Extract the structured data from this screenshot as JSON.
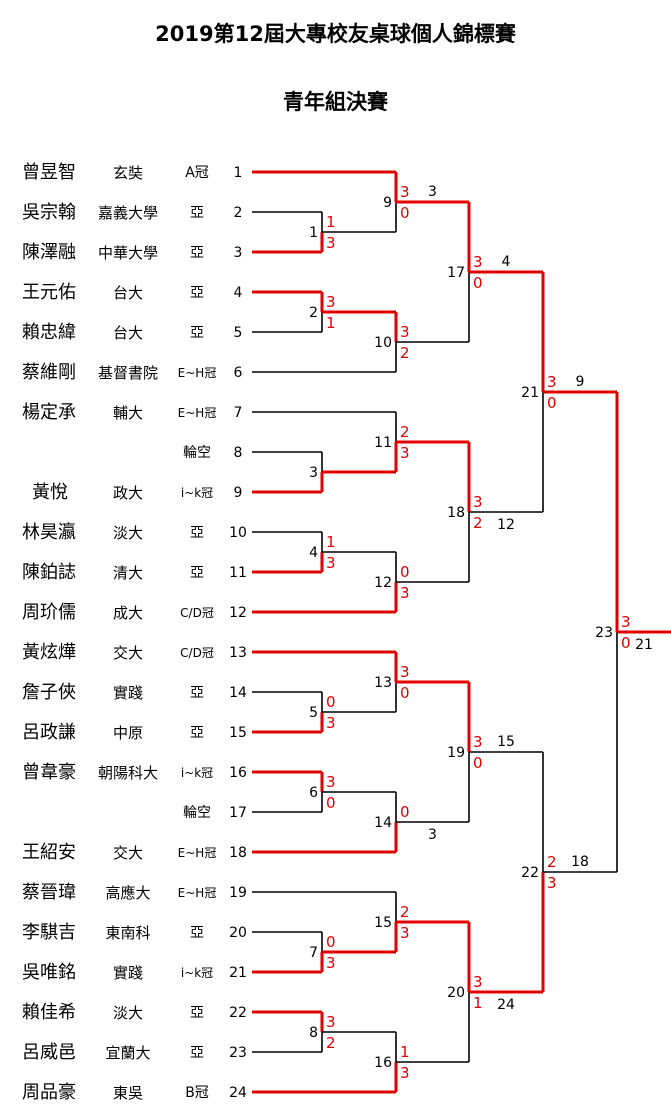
{
  "title": "2019第12屆大專校友桌球個人錦標賽",
  "subtitle": "青年組決賽",
  "colors": {
    "win": "#e00000",
    "line": "#000000"
  },
  "players": [
    {
      "seed": "1",
      "name": "曾昱智",
      "school": "玄奘",
      "note": "A冠"
    },
    {
      "seed": "2",
      "name": "吳宗翰",
      "school": "嘉義大學",
      "note": "亞"
    },
    {
      "seed": "3",
      "name": "陳澤融",
      "school": "中華大學",
      "note": "亞"
    },
    {
      "seed": "4",
      "name": "王元佑",
      "school": "台大",
      "note": "亞"
    },
    {
      "seed": "5",
      "name": "賴忠緯",
      "school": "台大",
      "note": "亞"
    },
    {
      "seed": "6",
      "name": "蔡維剛",
      "school": "基督書院",
      "note": "E~H冠"
    },
    {
      "seed": "7",
      "name": "楊定承",
      "school": "輔大",
      "note": "E~H冠"
    },
    {
      "seed": "8",
      "name": "",
      "school": "",
      "note": "輪空"
    },
    {
      "seed": "9",
      "name": "黃悅",
      "school": "政大",
      "note": "i~k冠"
    },
    {
      "seed": "10",
      "name": "林昊瀛",
      "school": "淡大",
      "note": "亞"
    },
    {
      "seed": "11",
      "name": "陳鉑誌",
      "school": "清大",
      "note": "亞"
    },
    {
      "seed": "12",
      "name": "周玠儒",
      "school": "成大",
      "note": "C/D冠"
    },
    {
      "seed": "13",
      "name": "黃炫燁",
      "school": "交大",
      "note": "C/D冠"
    },
    {
      "seed": "14",
      "name": "詹子俠",
      "school": "實踐",
      "note": "亞"
    },
    {
      "seed": "15",
      "name": "呂政謙",
      "school": "中原",
      "note": "亞"
    },
    {
      "seed": "16",
      "name": "曾韋豪",
      "school": "朝陽科大",
      "note": "i~k冠"
    },
    {
      "seed": "17",
      "name": "",
      "school": "",
      "note": "輪空"
    },
    {
      "seed": "18",
      "name": "王紹安",
      "school": "交大",
      "note": "E~H冠"
    },
    {
      "seed": "19",
      "name": "蔡晉瑋",
      "school": "高應大",
      "note": "E~H冠"
    },
    {
      "seed": "20",
      "name": "李騏吉",
      "school": "東南科",
      "note": "亞"
    },
    {
      "seed": "21",
      "name": "吳唯銘",
      "school": "實踐",
      "note": "i~k冠"
    },
    {
      "seed": "22",
      "name": "賴佳希",
      "school": "淡大",
      "note": "亞"
    },
    {
      "seed": "23",
      "name": "呂威邑",
      "school": "宜蘭大",
      "note": "亞"
    },
    {
      "seed": "24",
      "name": "周品豪",
      "school": "東吳",
      "note": "B冠"
    }
  ],
  "matches": [
    {
      "id": "1",
      "top": "2",
      "bottom": "3",
      "s1": "1",
      "s2": "3",
      "winner": "bottom"
    },
    {
      "id": "2",
      "top": "4",
      "bottom": "5",
      "s1": "3",
      "s2": "1",
      "winner": "top"
    },
    {
      "id": "3",
      "top": "8",
      "bottom": "9",
      "s1": "",
      "s2": "",
      "winner": "bottom"
    },
    {
      "id": "4",
      "top": "10",
      "bottom": "11",
      "s1": "1",
      "s2": "3",
      "winner": "bottom"
    },
    {
      "id": "5",
      "top": "14",
      "bottom": "15",
      "s1": "0",
      "s2": "3",
      "winner": "bottom"
    },
    {
      "id": "6",
      "top": "16",
      "bottom": "17",
      "s1": "3",
      "s2": "0",
      "winner": "top"
    },
    {
      "id": "7",
      "top": "20",
      "bottom": "21",
      "s1": "0",
      "s2": "3",
      "winner": "bottom"
    },
    {
      "id": "8",
      "top": "22",
      "bottom": "23",
      "s1": "3",
      "s2": "2",
      "winner": "top"
    },
    {
      "id": "9",
      "top": "1",
      "bottom": "M1",
      "s1": "3",
      "s2": "0",
      "winner": "top"
    },
    {
      "id": "10",
      "top": "M2",
      "bottom": "6",
      "s1": "3",
      "s2": "2",
      "winner": "top"
    },
    {
      "id": "11",
      "top": "7",
      "bottom": "M3",
      "s1": "2",
      "s2": "3",
      "winner": "bottom"
    },
    {
      "id": "12",
      "top": "M4",
      "bottom": "12",
      "s1": "0",
      "s2": "3",
      "winner": "bottom"
    },
    {
      "id": "13",
      "top": "13",
      "bottom": "M5",
      "s1": "3",
      "s2": "0",
      "winner": "top"
    },
    {
      "id": "14",
      "top": "M6",
      "bottom": "18",
      "s1": "0",
      "s2": "",
      "winner": "bottom"
    },
    {
      "id": "15",
      "top": "19",
      "bottom": "M7",
      "s1": "2",
      "s2": "3",
      "winner": "bottom"
    },
    {
      "id": "16",
      "top": "M8",
      "bottom": "24",
      "s1": "1",
      "s2": "3",
      "winner": "bottom"
    },
    {
      "id": "17",
      "top": "M9",
      "bottom": "M10",
      "s1": "3",
      "s2": "0",
      "winner": "top"
    },
    {
      "id": "18",
      "top": "M11",
      "bottom": "M12",
      "s1": "3",
      "s2": "2",
      "winner": "top"
    },
    {
      "id": "19",
      "top": "M13",
      "bottom": "M14",
      "s1": "3",
      "s2": "0",
      "winner": "top"
    },
    {
      "id": "20",
      "top": "M15",
      "bottom": "M16",
      "s1": "3",
      "s2": "1",
      "winner": "top"
    },
    {
      "id": "21",
      "top": "M17",
      "bottom": "M18",
      "s1": "3",
      "s2": "0",
      "winner": "top"
    },
    {
      "id": "22",
      "top": "M19",
      "bottom": "M20",
      "s1": "2",
      "s2": "3",
      "winner": "bottom"
    },
    {
      "id": "23",
      "top": "M21",
      "bottom": "M22",
      "s1": "3",
      "s2": "0",
      "winner": "top"
    }
  ],
  "result_labels": [
    {
      "match": "9",
      "pos": "top",
      "text": "3"
    },
    {
      "match": "17",
      "pos": "top",
      "text": "4"
    },
    {
      "match": "18",
      "pos": "bottom",
      "text": "12"
    },
    {
      "match": "21",
      "pos": "top",
      "text": "9"
    },
    {
      "match": "14",
      "pos": "bottom",
      "text": "3"
    },
    {
      "match": "19",
      "pos": "top",
      "text": "15"
    },
    {
      "match": "20",
      "pos": "bottom",
      "text": "24"
    },
    {
      "match": "22",
      "pos": "top",
      "text": "18"
    },
    {
      "match": "23",
      "pos": "bottom",
      "text": "21"
    }
  ]
}
